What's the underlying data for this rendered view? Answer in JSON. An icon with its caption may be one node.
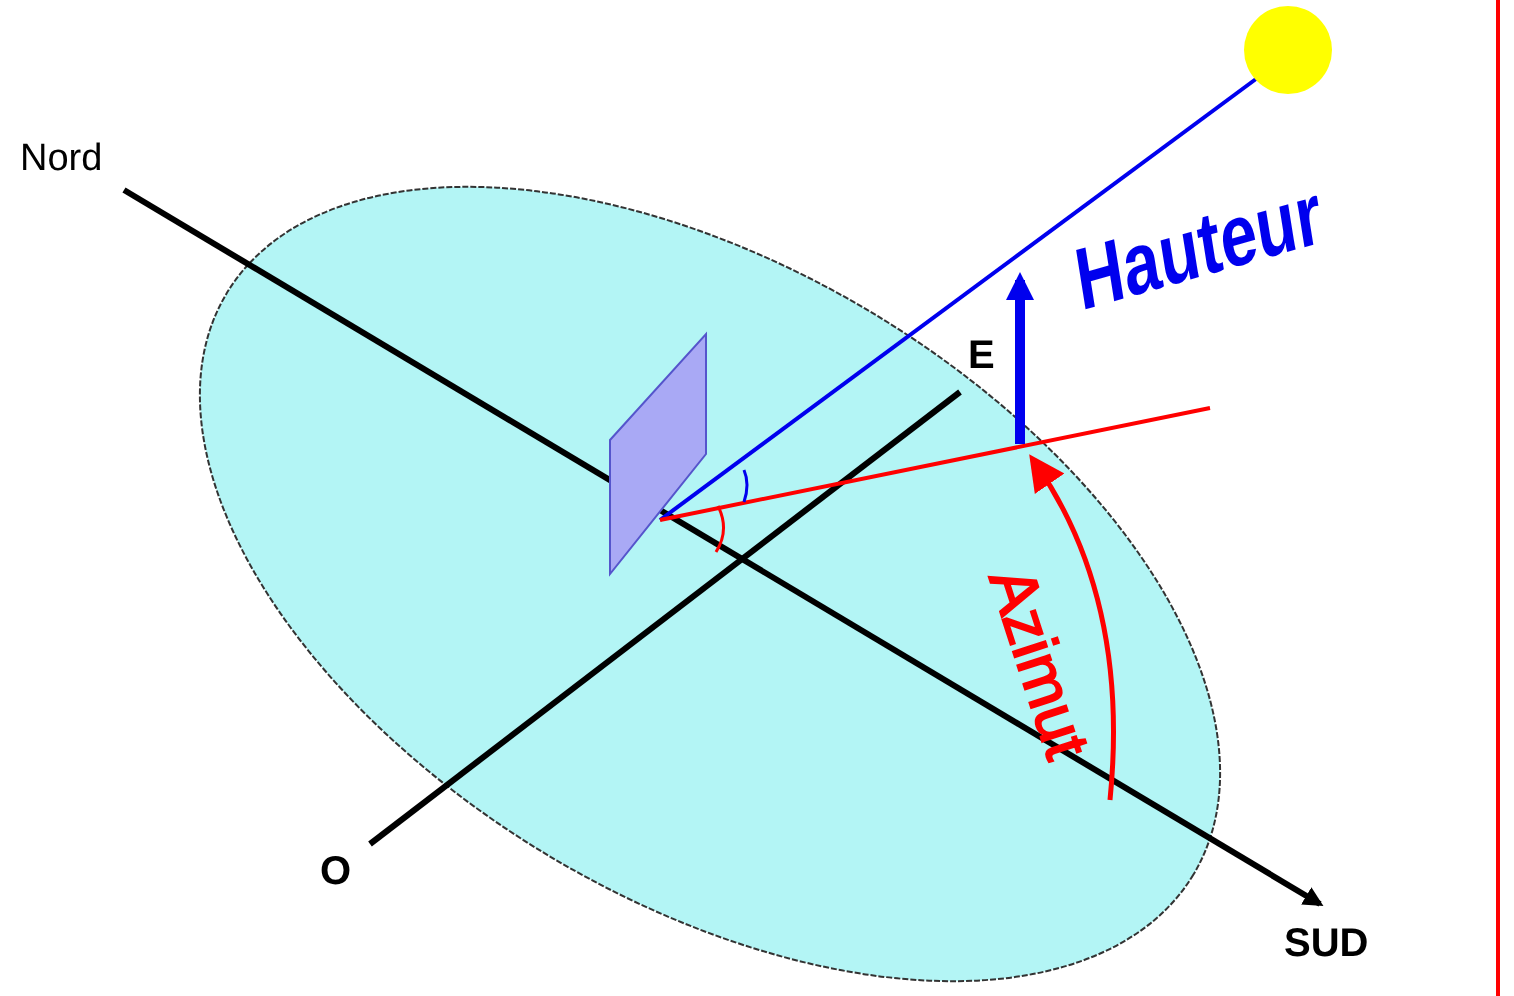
{
  "diagram": {
    "labels": [
      "Nord",
      "E",
      "Hauteur",
      "Azimut",
      "O",
      "SUD"
    ]
  }
}
